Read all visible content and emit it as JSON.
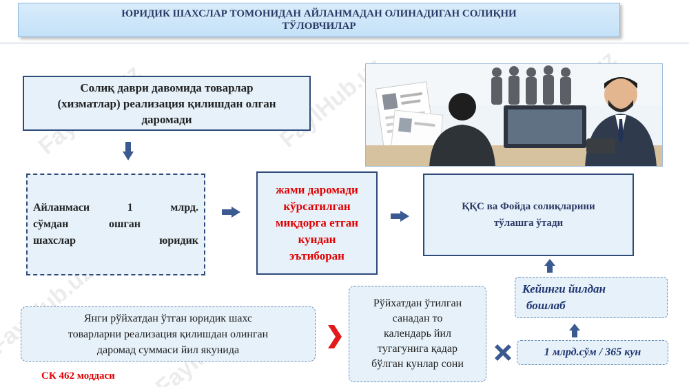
{
  "title": {
    "line1": "ЮРИДИК ШАХСЛАР ТОМОНИДАН АЙЛАНМАДАН ОЛИНАДИГАН СОЛИҚНИ",
    "line2": "ТЎЛОВЧИЛАР"
  },
  "watermark": "FaylHub.uz",
  "boxes": {
    "income": [
      "Солиқ даври давомида товарлар",
      "(хизматлар) реализация қилишдан олган",
      "даромади"
    ],
    "turnover": {
      "line1": [
        "Айланмаси",
        "1",
        "млрд."
      ],
      "line2": [
        "сўмдан",
        "ошган"
      ],
      "line3": [
        "шахслар",
        "юридик"
      ]
    },
    "red": [
      "жами даромади",
      "кўрсатилган",
      "миқдорга етган",
      "кундан",
      "эътиборан"
    ],
    "vat": [
      "ҚҚС ва Фойда солиқларини",
      "тўлашга ўтади"
    ],
    "new_entity": [
      "Янги рўйхатдан ўтган юридик шахс",
      "товарларни реализация қилишдан олинган",
      "даромад суммаси йил якунида"
    ],
    "days": [
      "Рўйхатдан ўтилган",
      "санадан то",
      "календарь йил",
      "тугагунига қадар",
      "бўлган кунлар сони"
    ],
    "next_year": [
      "Кейинги йилдан",
      "бошлаб"
    ],
    "formula": "1 млрд.сўм / 365 кун"
  },
  "article_ref": "СК 462 моддаси",
  "colors": {
    "box_fill": "#e6f1f9",
    "box_border": "#2e4a7a",
    "accent_red": "#e00000",
    "arrow_blue": "#3c5a92",
    "title_fill": "#c4e1f7"
  },
  "icons": [
    "arrow-down-icon",
    "arrow-right-icon",
    "arrow-up-icon",
    "chevron-right-icon",
    "multiply-icon",
    "office-illustration"
  ]
}
